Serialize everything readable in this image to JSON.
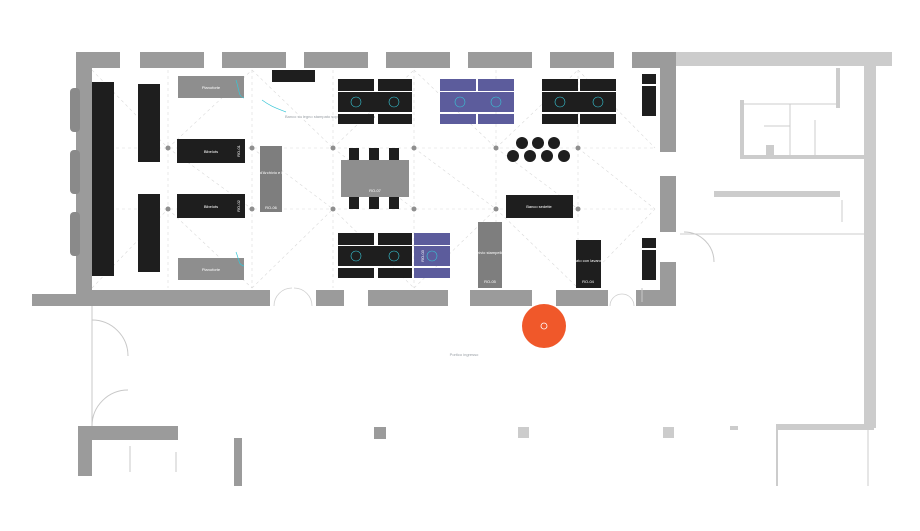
{
  "plan": {
    "colors": {
      "wall": "#999999",
      "wall_light": "#cccccc",
      "furniture": "#1f1f1f",
      "table_grey": "#888888",
      "table_blue": "#5c5c9c",
      "accent_cyan": "#37c6d6",
      "marker": "#f0582a",
      "guide": "#d8d8d8"
    },
    "labels": {
      "stand_top": "Pianoforte",
      "stand_bottom": "Pianoforte",
      "bench_upper": "Bibelots",
      "bench_lower": "Bibelots",
      "tall_left": "Banco d'Archivio e Libreria",
      "tall_left_code": "RO-06",
      "tall_mid": "Banco d'Archivio stampelle con seduta",
      "tall_mid_code": "RO-05",
      "tall_right": "Banco tavoli attrezzato con lavandino e piano cottura",
      "tall_right_code": "RO-04",
      "bench_right": "Banco sedette",
      "vertical_code_1": "RO-01",
      "vertical_code_2": "RO-02",
      "vertical_code_3": "RO-03",
      "center_table": "RO-07",
      "cyan_note": "Banco su legno stampato sopra tavolo porta cassa",
      "corridor": "Portico ingresso"
    }
  }
}
